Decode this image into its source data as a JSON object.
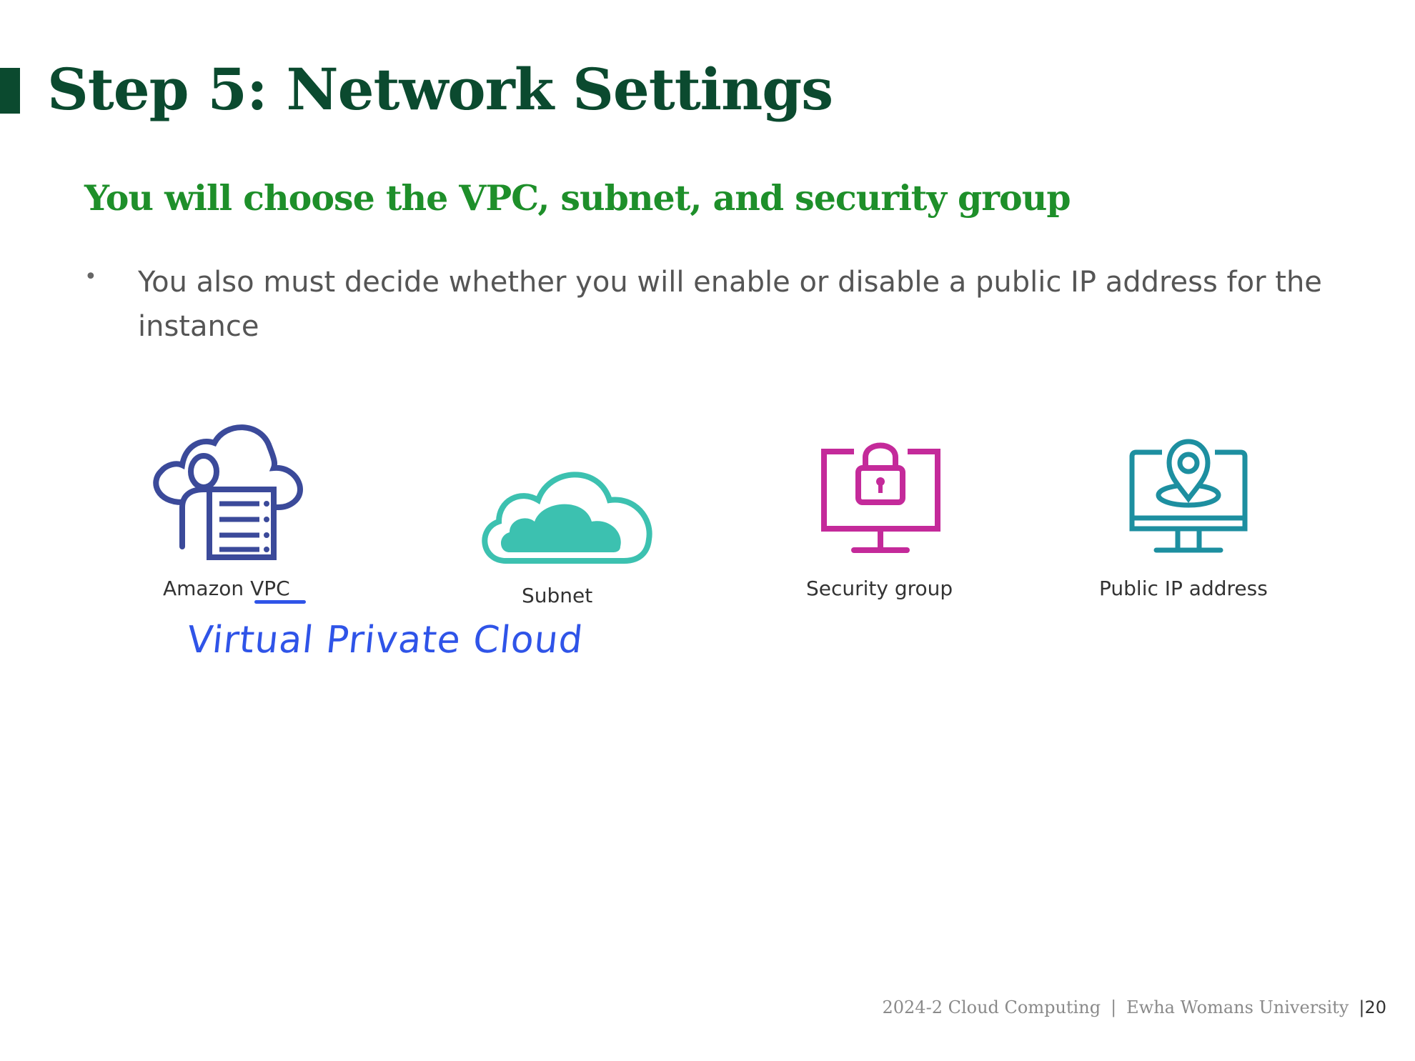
{
  "slide": {
    "title": "Step 5: Network Settings",
    "subtitle": "You will choose the VPC, subnet, and security group",
    "bullet": "You also must decide whether you will enable or disable a public IP address for the instance"
  },
  "icons": [
    {
      "name": "amazon-vpc",
      "icon": "cloud-server-icon",
      "label_prefix": "Amazon ",
      "label_emph": "VPC",
      "color": "#3b4a9a"
    },
    {
      "name": "subnet",
      "icon": "cloud-icon",
      "label": "Subnet",
      "color": "#3cc1b0"
    },
    {
      "name": "security-group",
      "icon": "monitor-lock-icon",
      "label": "Security group",
      "color": "#c42a9a"
    },
    {
      "name": "public-ip",
      "icon": "monitor-location-pin-icon",
      "label": "Public IP address",
      "color": "#1d8fa0"
    }
  ],
  "annotation": {
    "text": "Virtual Private Cloud",
    "color": "#2f54e8"
  },
  "footer": {
    "course": "2024-2 Cloud Computing",
    "separator": "|",
    "university": "Ewha Womans University",
    "page_sep": "|",
    "page": "20"
  },
  "colors": {
    "title": "#0b4a2f",
    "subtitle": "#1e8f2a",
    "body": "#555555"
  }
}
